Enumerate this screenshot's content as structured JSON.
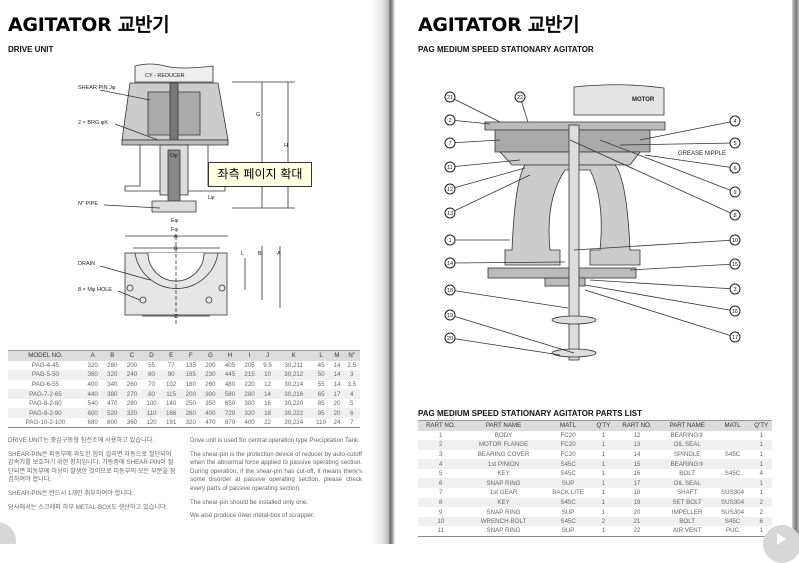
{
  "left_page": {
    "title": "AGITATOR 교반기",
    "subtitle": "DRIVE UNIT",
    "drawing_labels": {
      "reducer": "CY - REDUCER",
      "shear_pin": "SHEAR PIN Jφ",
      "brg": "2 × BRG φK",
      "d": "Dφ",
      "pipe": "N\" PIPE",
      "l": "Lφ",
      "e": "Eφ",
      "f": "Fφ",
      "a": "A",
      "b": "B",
      "c": "C",
      "g": "G",
      "h": "H",
      "drain": "DRAIN",
      "hole": "8 × Mφ HOLE",
      "lv": "L",
      "bv": "B",
      "av": "A"
    },
    "tooltip": "좌측 페이지 확대",
    "table": {
      "headers": [
        "MODEL NO.",
        "A",
        "B",
        "C",
        "D",
        "E",
        "F",
        "G",
        "H",
        "I",
        "J",
        "K",
        "L",
        "M",
        "N\""
      ],
      "rows": [
        [
          "PAG-4-45",
          "320",
          "280",
          "200",
          "55",
          "77",
          "135",
          "200",
          "405",
          "205",
          "9.5",
          "30,211",
          "45",
          "14",
          "2.5"
        ],
        [
          "PAG-5-50",
          "360",
          "320",
          "240",
          "60",
          "90",
          "165",
          "230",
          "445",
          "215",
          "10",
          "30,212",
          "50",
          "14",
          "3"
        ],
        [
          "PAG-6-55",
          "400",
          "340",
          "260",
          "70",
          "102",
          "180",
          "260",
          "480",
          "220",
          "12",
          "30,214",
          "55",
          "14",
          "3.5"
        ],
        [
          "PAG-7-2-65",
          "440",
          "380",
          "270",
          "80",
          "115",
          "200",
          "300",
          "580",
          "280",
          "14",
          "30,216",
          "65",
          "17",
          "4"
        ],
        [
          "PAG-8-2-80",
          "540",
          "470",
          "280",
          "100",
          "140",
          "250",
          "350",
          "650",
          "300",
          "16",
          "30,220",
          "85",
          "20",
          "5"
        ],
        [
          "PAG-9-2-90",
          "600",
          "520",
          "320",
          "110",
          "166",
          "280",
          "400",
          "720",
          "320",
          "18",
          "30,222",
          "95",
          "20",
          "6"
        ],
        [
          "PAG-10-2-100",
          "680",
          "600",
          "360",
          "120",
          "191",
          "320",
          "470",
          "870",
          "400",
          "22",
          "30,224",
          "110",
          "24",
          "7"
        ]
      ]
    },
    "text_ko": [
      "DRIVE UNIT는 중심구동형 침전조에 사용하고 있습니다.",
      "SHEAR-PIN은 피동부에 과도한 힘이 걸리면 자동으로 절단되어 감속기를 보호하기 위한 장치입니다. 가동중에 SHEAR-PIN이 절단되면 피동부에 이상이 발생한 것이므로 피동부의 모든 부분을 점검하여야 합니다.",
      "SHEAR-PIN은 반드시 1개만 취부하여야 합니다.",
      "당사에서는 스크레파 하부 METAL-BOX도 생산하고 있습니다."
    ],
    "text_en": [
      "Drive unit is used for central operation type Precipitation Tank.",
      "The shear-pin is the protection device of reducer by auto-cutoff when the abnormal force applied to passive operating section. During operation, if the shear-pin has cut-off, it means there's some disorder at passive operating section, please check every parts of passive operating section.",
      "The shear-pin should be installed only one.",
      "We also produce ower metal-box of scrapper."
    ]
  },
  "right_page": {
    "title": "AGITATOR 교반기",
    "subtitle": "PAG MEDIUM SPEED STATIONARY AGITATOR",
    "drawing_labels": {
      "motor": "MOTOR",
      "grease": "GREASE NIPPLE"
    },
    "callouts_left": [
      "21",
      "22",
      "2",
      "7",
      "11",
      "12",
      "13",
      "1",
      "14",
      "18",
      "19",
      "20"
    ],
    "callouts_right": [
      "4",
      "5",
      "6",
      "9",
      "8",
      "10",
      "15",
      "3",
      "16",
      "17"
    ],
    "parts_title": "PAG MEDIUM SPEED STATIONARY AGITATOR PARTS LIST",
    "parts_headers": [
      "RART NO.",
      "PART NAME",
      "MATL",
      "Q'TY",
      "RART NO.",
      "PART NAME",
      "MATL",
      "Q'TY"
    ],
    "parts_rows": [
      [
        "1",
        "BODY",
        "FC20",
        "1",
        "12",
        "BEARING②",
        "",
        "1"
      ],
      [
        "2",
        "MOTOR FLANGE",
        "FC20",
        "1",
        "13",
        "OIL SEAL",
        "",
        "1"
      ],
      [
        "3",
        "BEARING COVER",
        "FC20",
        "1",
        "14",
        "SPINDLE",
        "S45C",
        "1"
      ],
      [
        "4",
        "1st PINION",
        "S45C",
        "1",
        "15",
        "BEARING③",
        "",
        "1"
      ],
      [
        "5",
        "KEY",
        "S45C",
        "1",
        "16",
        "BOLT",
        "S45C",
        "4"
      ],
      [
        "6",
        "SNAP RING",
        "SUP",
        "1",
        "17",
        "OIL SEAL",
        "",
        "1"
      ],
      [
        "7",
        "1st GEAR",
        "BACK LITE",
        "1",
        "18",
        "SHAFT",
        "SUS304",
        "1"
      ],
      [
        "8",
        "KEY",
        "S45C",
        "1",
        "19",
        "SET BOLT",
        "SUS304",
        "2"
      ],
      [
        "9",
        "SNAP RING",
        "SUP",
        "1",
        "20",
        "IMPELLER",
        "SUS304",
        "2"
      ],
      [
        "10",
        "WRENCH-BOLT",
        "S45C",
        "2",
        "21",
        "BOLT",
        "S45C",
        "6"
      ],
      [
        "11",
        "SNAP RING",
        "SUP",
        "1",
        "22",
        "AIR VENT",
        "PUC",
        "1"
      ]
    ]
  }
}
